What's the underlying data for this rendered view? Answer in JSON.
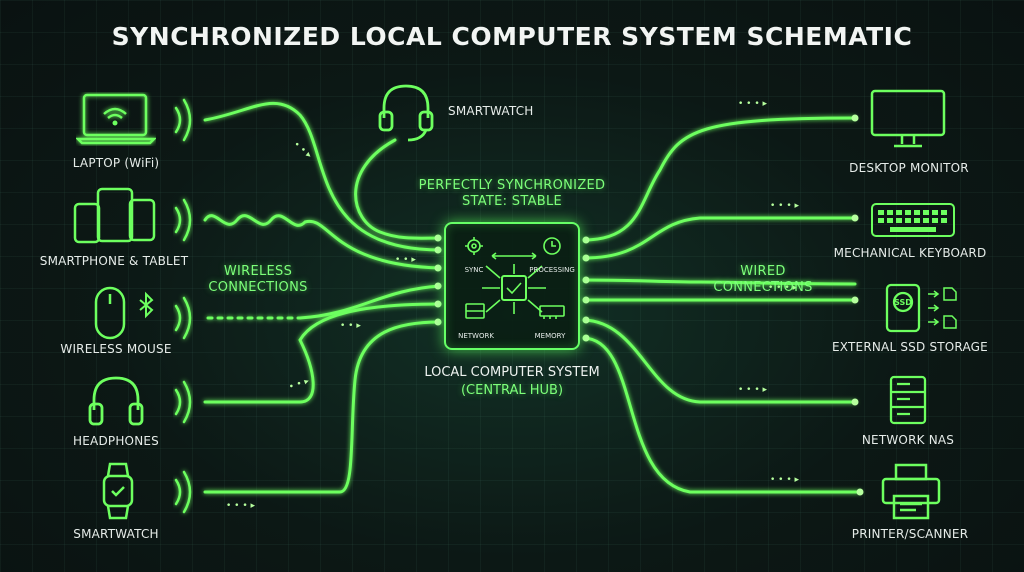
{
  "title": "SYNCHRONIZED LOCAL COMPUTER SYSTEM SCHEMATIC",
  "colors": {
    "accent": "#66ff66",
    "background": "#0d1a17",
    "text": "#e6ece9"
  },
  "left_devices": [
    {
      "label": "LAPTOP (WiFi)",
      "icon": "laptop-wifi-icon"
    },
    {
      "label": "SMARTPHONE & TABLET",
      "icon": "phone-tablet-icon"
    },
    {
      "label": "WIRELESS MOUSE",
      "icon": "mouse-bluetooth-icon"
    },
    {
      "label": "HEADPHONES",
      "icon": "headphones-icon"
    },
    {
      "label": "SMARTWATCH",
      "icon": "smartwatch-icon"
    }
  ],
  "top_device": {
    "label": "SMARTWATCH",
    "icon": "headset-icon"
  },
  "right_devices": [
    {
      "label": "DESKTOP MONITOR",
      "icon": "monitor-icon"
    },
    {
      "label": "MECHANICAL KEYBOARD",
      "icon": "keyboard-icon"
    },
    {
      "label": "EXTERNAL SSD STORAGE",
      "icon": "ssd-icon"
    },
    {
      "label": "NETWORK NAS",
      "icon": "nas-icon"
    },
    {
      "label": "PRINTER/SCANNER",
      "icon": "printer-icon"
    }
  ],
  "status": {
    "line1": "PERFECTLY SYNCHRONIZED",
    "line2": "STATE: STABLE"
  },
  "wireless_label": {
    "line1": "WIRELESS",
    "line2": "CONNECTIONS"
  },
  "wired_label": {
    "line1": "WIRED",
    "line2": "CONNECTIONS"
  },
  "hub": {
    "modules": [
      "SYNC",
      "PROCESSING",
      "NETWORK",
      "MEMORY"
    ],
    "caption_line1": "LOCAL COMPUTER SYSTEM",
    "caption_line2": "(CENTRAL HUB)"
  }
}
